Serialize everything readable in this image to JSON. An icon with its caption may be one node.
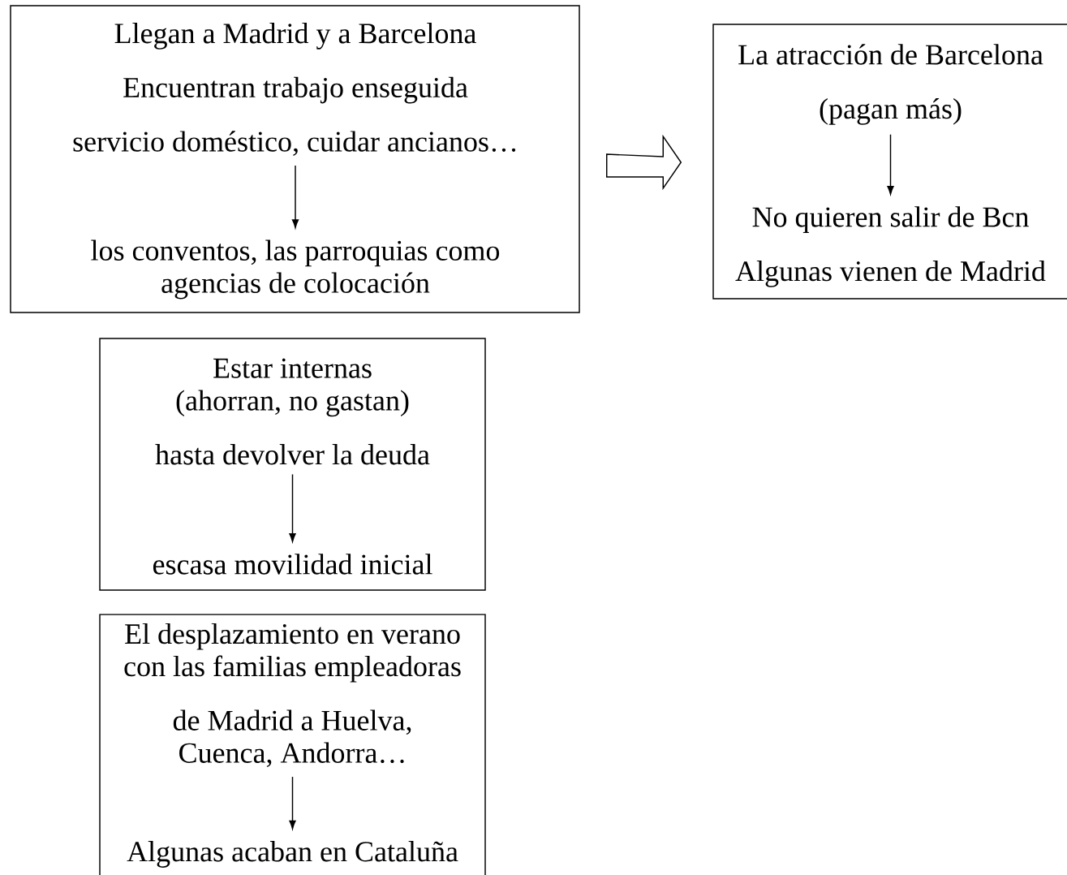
{
  "diagram": {
    "nodes": [
      {
        "text": [],
        "shape": "box"
      },
      {
        "text": [
          "Llegan a Madrid y a Barcelona",
          "Encuentran trabajo enseguida",
          "servicio doméstico, cuidar ancianos…"
        ],
        "in": 0
      },
      {
        "text": [
          "los conventos, las parroquias como agencias de colocación"
        ],
        "in": 0
      },
      {
        "text": [],
        "shape": "box"
      },
      {
        "text": [
          "La atracción de Barcelona",
          "(pagan más)"
        ],
        "in": 3
      },
      {
        "text": [
          "No quieren salir de Bcn",
          "Algunas vienen de Madrid"
        ],
        "in": 3
      },
      {
        "text": [],
        "shape": "box"
      },
      {
        "text": [
          "Estar internas (ahorran, no gastan)",
          "hasta devolver la deuda"
        ],
        "in": 6
      },
      {
        "text": [
          "escasa movilidad inicial"
        ],
        "in": 6
      },
      {
        "text": [],
        "shape": "box"
      },
      {
        "text": [
          "El desplazamiento en verano con las familias empleadoras",
          "de Madrid a Huelva, Cuenca, Andorra…"
        ],
        "in": 9
      },
      {
        "text": [
          "Algunas acaban en Cataluña"
        ],
        "in": 9
      }
    ],
    "edges": [
      {
        "from": 1,
        "to": 2,
        "arrow": "to"
      },
      {
        "from": 0,
        "to": 3,
        "arrow": "to",
        "style": "thick"
      },
      {
        "from": 4,
        "to": 5,
        "arrow": "to"
      },
      {
        "from": 7,
        "to": 8,
        "arrow": "to"
      },
      {
        "from": 10,
        "to": 11,
        "arrow": "to"
      }
    ]
  }
}
